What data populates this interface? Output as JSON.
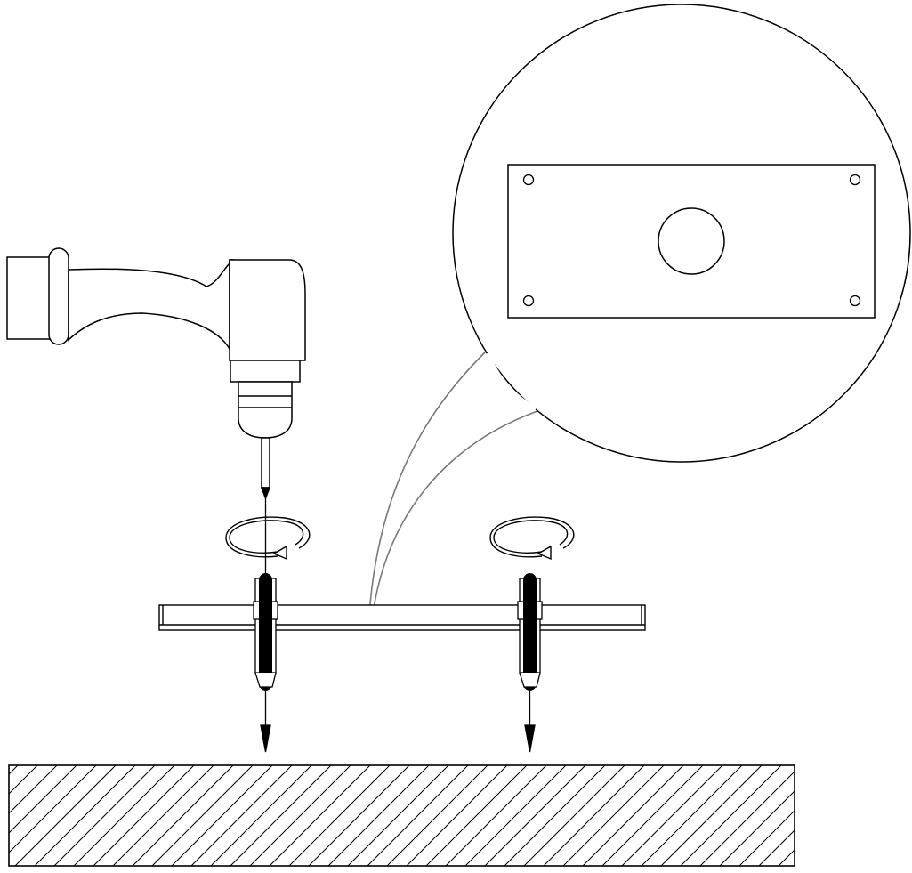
{
  "colors": {
    "line": "#000000",
    "leader": "#7a7a7a",
    "background": "#ffffff",
    "anchor_fill": "#000000"
  },
  "icons": [
    "drill-icon",
    "rotation-arrow-icon",
    "down-arrow-icon",
    "anchor-bolt-icon"
  ],
  "parts": {
    "mounting_plate_holes": 4,
    "center_hole": 1,
    "anchors": 2
  }
}
